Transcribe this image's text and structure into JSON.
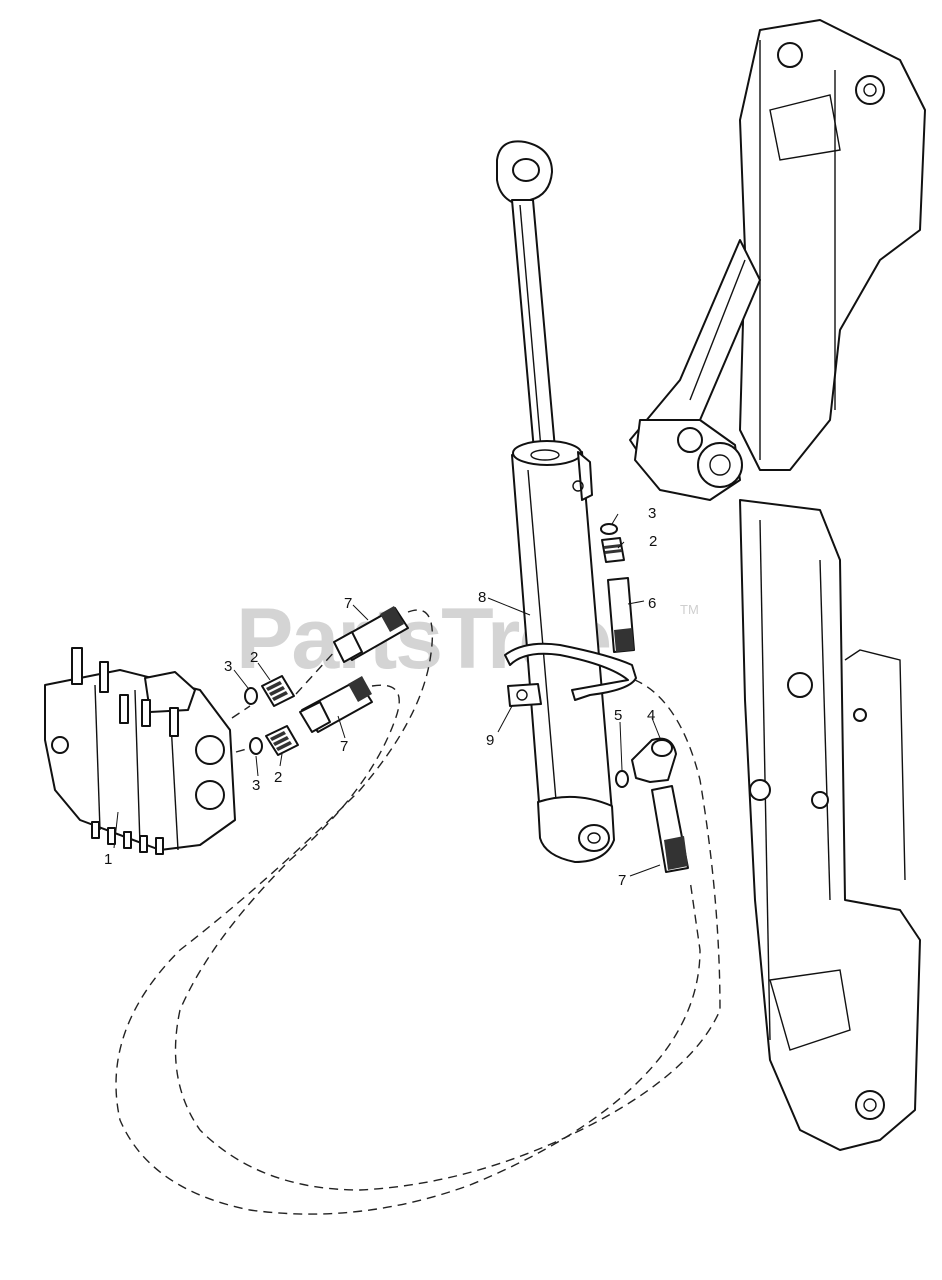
{
  "watermark": {
    "text": "PartsTree",
    "trademark": "TM"
  },
  "callouts": [
    "1",
    "2",
    "2",
    "2",
    "3",
    "3",
    "3",
    "4",
    "5",
    "6",
    "7",
    "7",
    "7",
    "8",
    "9"
  ]
}
